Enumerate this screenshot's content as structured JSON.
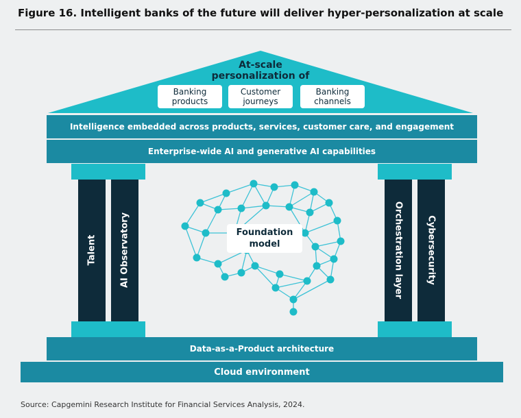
{
  "figure": {
    "title": "Figure 16.  Intelligent banks of the future will deliver hyper-personalization at scale",
    "source": "Source: Capgemini Research Institute for Financial Services Analysis, 2024."
  },
  "roof": {
    "title_line1": "At-scale",
    "title_line2": "personalization of",
    "boxes": [
      {
        "line1": "Banking",
        "line2": "products"
      },
      {
        "line1": "Customer",
        "line2": "journeys"
      },
      {
        "line1": "Banking",
        "line2": "channels"
      }
    ]
  },
  "bands": {
    "intelligence": "Intelligence embedded across products, services, customer care, and engagement",
    "ai_capabilities": "Enterprise-wide AI and generative AI capabilities",
    "data_product": "Data-as-a-Product architecture",
    "cloud": "Cloud environment"
  },
  "pillars": {
    "left": [
      "Talent",
      "AI Observatory"
    ],
    "right": [
      "Orchestration layer",
      "Cybersecurity"
    ]
  },
  "center": {
    "line1": "Foundation",
    "line2": "model"
  },
  "colors": {
    "teal_light": "#1ebcc8",
    "teal_dark": "#1b8aa2",
    "navy": "#0e2b3a",
    "background": "#eef0f1"
  }
}
